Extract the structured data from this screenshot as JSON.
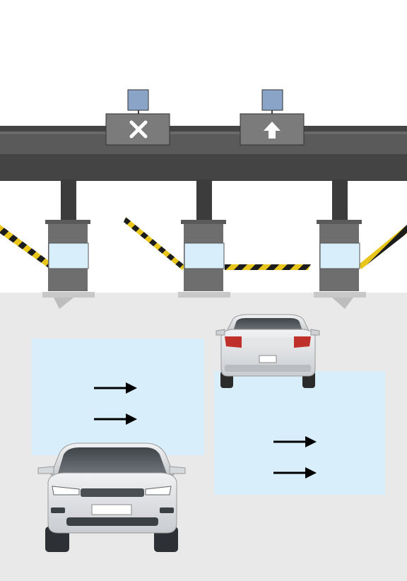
{
  "lanes": [
    {
      "id": "left",
      "sign": "x-icon",
      "status": "closed",
      "barrier": "open"
    },
    {
      "id": "right",
      "sign": "arrow-up-icon",
      "status": "open",
      "barrier": "closed"
    }
  ],
  "zones": [
    {
      "id": "zone-left",
      "arrows": 2
    },
    {
      "id": "zone-right",
      "arrows": 2
    }
  ],
  "vehicles": [
    {
      "id": "sedan",
      "view": "rear"
    },
    {
      "id": "suv",
      "view": "front"
    }
  ],
  "colors": {
    "gantry": "#4a4a4a",
    "sign_panel": "#7b7b7b",
    "sign_light": "#8aa4c8",
    "pillar": "#6e6e6e",
    "booth_glass": "#d8eefb",
    "ground": "#e9e9e9",
    "zone": "#d8eefb",
    "stripe_yellow": "#e8c51a",
    "stripe_black": "#1c1c1c"
  }
}
